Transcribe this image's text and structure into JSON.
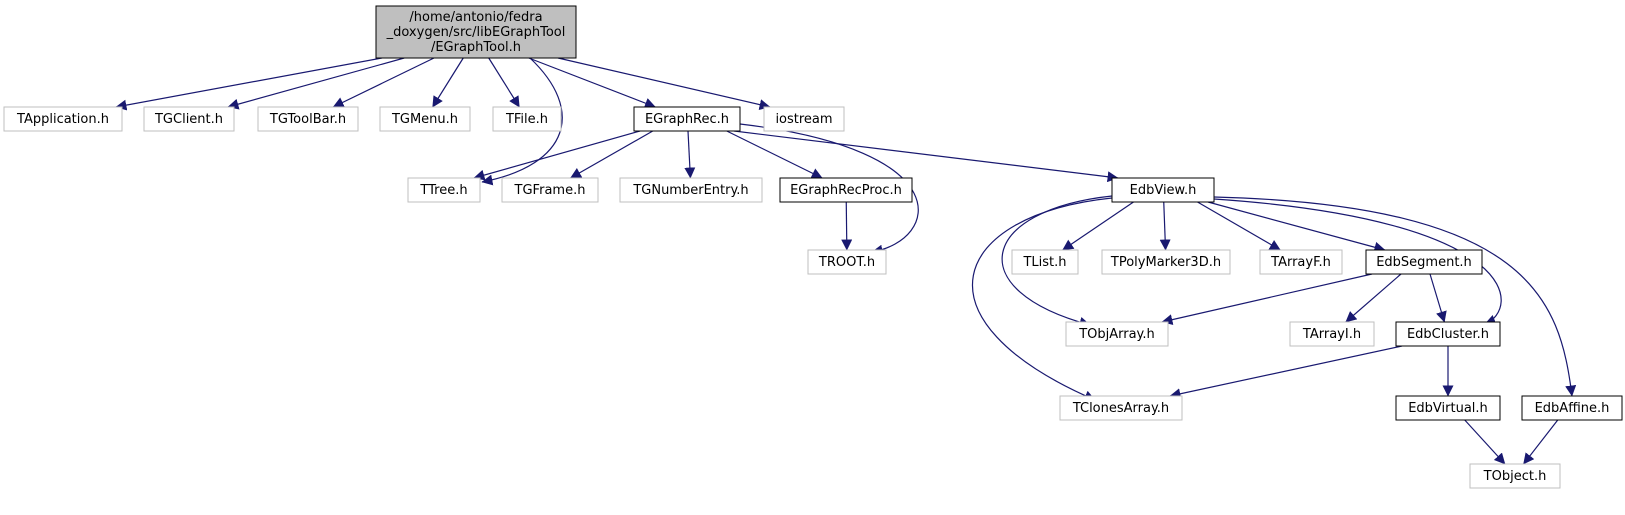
{
  "colors": {
    "edge": "#191970",
    "root_fill": "#bfbfbf",
    "root_border": "#000000",
    "documented_border": "#000000",
    "external_border": "#bfbfbf",
    "node_fill": "#ffffff"
  },
  "nodes": [
    {
      "id": "root",
      "lines": [
        "/home/antonio/fedra",
        "_doxygen/src/libEGraphTool",
        "/EGraphTool.h"
      ],
      "kind": "root"
    },
    {
      "id": "tapplication",
      "lines": [
        "TApplication.h"
      ],
      "kind": "external"
    },
    {
      "id": "tgclient",
      "lines": [
        "TGClient.h"
      ],
      "kind": "external"
    },
    {
      "id": "tgtoolbar",
      "lines": [
        "TGToolBar.h"
      ],
      "kind": "external"
    },
    {
      "id": "tgmenu",
      "lines": [
        "TGMenu.h"
      ],
      "kind": "external"
    },
    {
      "id": "tfile",
      "lines": [
        "TFile.h"
      ],
      "kind": "external"
    },
    {
      "id": "egraphrec",
      "lines": [
        "EGraphRec.h"
      ],
      "kind": "documented"
    },
    {
      "id": "iostream",
      "lines": [
        "iostream"
      ],
      "kind": "external"
    },
    {
      "id": "ttree",
      "lines": [
        "TTree.h"
      ],
      "kind": "external"
    },
    {
      "id": "tgframe",
      "lines": [
        "TGFrame.h"
      ],
      "kind": "external"
    },
    {
      "id": "tgnumberentry",
      "lines": [
        "TGNumberEntry.h"
      ],
      "kind": "external"
    },
    {
      "id": "egraphrecproc",
      "lines": [
        "EGraphRecProc.h"
      ],
      "kind": "documented"
    },
    {
      "id": "edbview",
      "lines": [
        "EdbView.h"
      ],
      "kind": "documented"
    },
    {
      "id": "troot",
      "lines": [
        "TROOT.h"
      ],
      "kind": "external"
    },
    {
      "id": "tlist",
      "lines": [
        "TList.h"
      ],
      "kind": "external"
    },
    {
      "id": "tpolymarker3d",
      "lines": [
        "TPolyMarker3D.h"
      ],
      "kind": "external"
    },
    {
      "id": "tarrayf",
      "lines": [
        "TArrayF.h"
      ],
      "kind": "external"
    },
    {
      "id": "edbsegment",
      "lines": [
        "EdbSegment.h"
      ],
      "kind": "documented"
    },
    {
      "id": "tobjarray",
      "lines": [
        "TObjArray.h"
      ],
      "kind": "external"
    },
    {
      "id": "tarrayi",
      "lines": [
        "TArrayI.h"
      ],
      "kind": "external"
    },
    {
      "id": "edbcluster",
      "lines": [
        "EdbCluster.h"
      ],
      "kind": "documented"
    },
    {
      "id": "tclonesarray",
      "lines": [
        "TClonesArray.h"
      ],
      "kind": "external"
    },
    {
      "id": "edbvirtual",
      "lines": [
        "EdbVirtual.h"
      ],
      "kind": "documented"
    },
    {
      "id": "edbaffine",
      "lines": [
        "EdbAffine.h"
      ],
      "kind": "documented"
    },
    {
      "id": "tobject",
      "lines": [
        "TObject.h"
      ],
      "kind": "external"
    }
  ],
  "edges": [
    {
      "from": "root",
      "to": "tapplication"
    },
    {
      "from": "root",
      "to": "tgclient"
    },
    {
      "from": "root",
      "to": "tgtoolbar"
    },
    {
      "from": "root",
      "to": "tgmenu"
    },
    {
      "from": "root",
      "to": "tfile"
    },
    {
      "from": "root",
      "to": "ttree"
    },
    {
      "from": "root",
      "to": "egraphrec"
    },
    {
      "from": "root",
      "to": "iostream"
    },
    {
      "from": "egraphrec",
      "to": "ttree"
    },
    {
      "from": "egraphrec",
      "to": "tgframe"
    },
    {
      "from": "egraphrec",
      "to": "tgnumberentry"
    },
    {
      "from": "egraphrec",
      "to": "egraphrecproc"
    },
    {
      "from": "egraphrec",
      "to": "troot"
    },
    {
      "from": "egraphrec",
      "to": "edbview"
    },
    {
      "from": "egraphrecproc",
      "to": "troot"
    },
    {
      "from": "edbview",
      "to": "tlist"
    },
    {
      "from": "edbview",
      "to": "tpolymarker3d"
    },
    {
      "from": "edbview",
      "to": "tarrayf"
    },
    {
      "from": "edbview",
      "to": "edbsegment"
    },
    {
      "from": "edbview",
      "to": "tobjarray"
    },
    {
      "from": "edbview",
      "to": "tclonesarray"
    },
    {
      "from": "edbview",
      "to": "edbcluster"
    },
    {
      "from": "edbview",
      "to": "edbaffine"
    },
    {
      "from": "edbsegment",
      "to": "tobjarray"
    },
    {
      "from": "edbsegment",
      "to": "tarrayi"
    },
    {
      "from": "edbsegment",
      "to": "edbcluster"
    },
    {
      "from": "edbcluster",
      "to": "tclonesarray"
    },
    {
      "from": "edbcluster",
      "to": "edbvirtual"
    },
    {
      "from": "edbvirtual",
      "to": "tobject"
    },
    {
      "from": "edbaffine",
      "to": "tobject"
    }
  ]
}
